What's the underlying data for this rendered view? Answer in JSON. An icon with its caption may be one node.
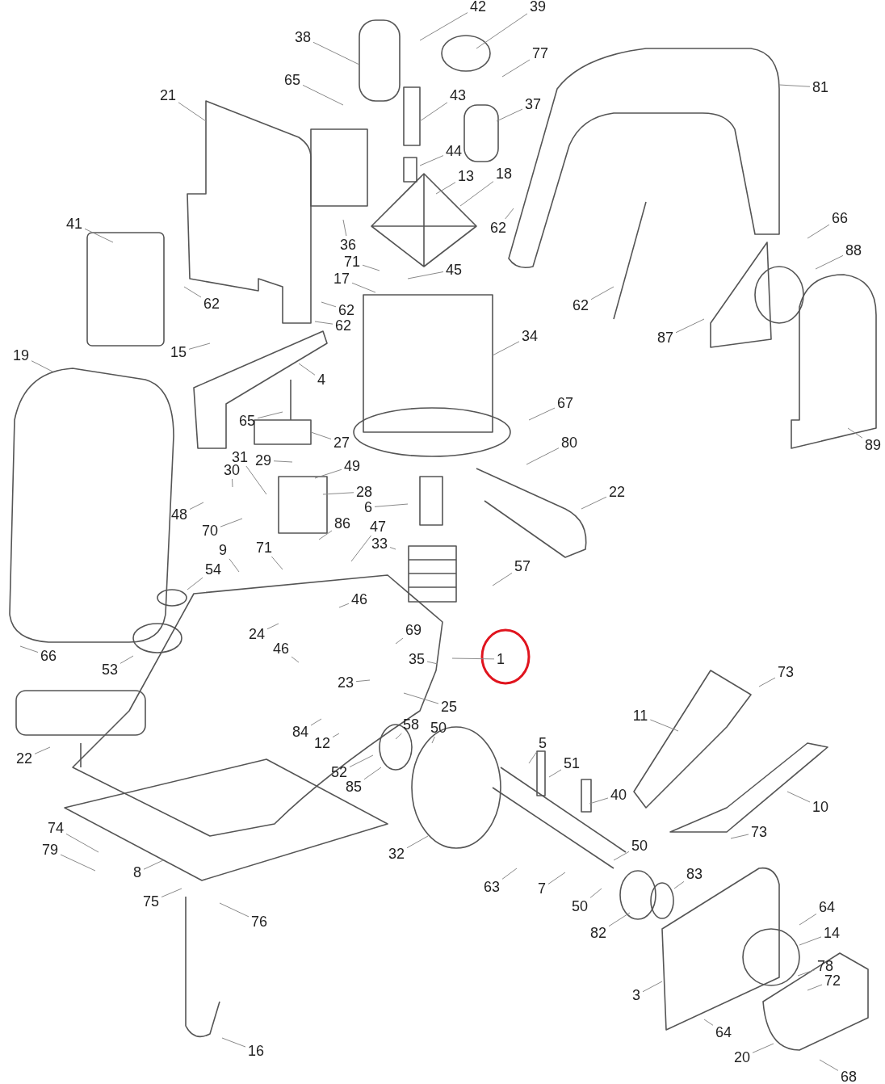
{
  "diagram": {
    "nodes": [
      {
        "text": [
          "42"
        ]
      },
      {
        "text": [
          "39"
        ]
      },
      {
        "text": [
          "38"
        ]
      },
      {
        "text": [
          "77"
        ]
      },
      {
        "text": [
          "65"
        ]
      },
      {
        "text": [
          "21"
        ]
      },
      {
        "text": [
          "81"
        ]
      },
      {
        "text": [
          "43"
        ]
      },
      {
        "text": [
          "37"
        ]
      },
      {
        "text": [
          "44"
        ]
      },
      {
        "text": [
          "18"
        ]
      },
      {
        "text": [
          "13"
        ]
      },
      {
        "text": [
          "66"
        ]
      },
      {
        "text": [
          "41"
        ]
      },
      {
        "text": [
          "62"
        ]
      },
      {
        "text": [
          "36"
        ]
      },
      {
        "text": [
          "88"
        ]
      },
      {
        "text": [
          "71"
        ]
      },
      {
        "text": [
          "45"
        ]
      },
      {
        "text": [
          "17"
        ]
      },
      {
        "text": [
          "62"
        ]
      },
      {
        "text": [
          "62"
        ]
      },
      {
        "text": [
          "62"
        ]
      },
      {
        "text": [
          "62"
        ]
      },
      {
        "text": [
          "34"
        ]
      },
      {
        "text": [
          "87"
        ]
      },
      {
        "text": [
          "15"
        ]
      },
      {
        "text": [
          "19"
        ]
      },
      {
        "text": [
          "4"
        ]
      },
      {
        "text": [
          "67"
        ]
      },
      {
        "text": [
          "65"
        ]
      },
      {
        "text": [
          "27"
        ]
      },
      {
        "text": [
          "80"
        ]
      },
      {
        "text": [
          "89"
        ]
      },
      {
        "text": [
          "31"
        ]
      },
      {
        "text": [
          "29"
        ]
      },
      {
        "text": [
          "49"
        ]
      },
      {
        "text": [
          "30"
        ]
      },
      {
        "text": [
          "22"
        ]
      },
      {
        "text": [
          "28"
        ]
      },
      {
        "text": [
          "6"
        ]
      },
      {
        "text": [
          "48"
        ]
      },
      {
        "text": [
          "86"
        ]
      },
      {
        "text": [
          "47"
        ]
      },
      {
        "text": [
          "70"
        ]
      },
      {
        "text": [
          "33"
        ]
      },
      {
        "text": [
          "71"
        ]
      },
      {
        "text": [
          "9"
        ]
      },
      {
        "text": [
          "57"
        ]
      },
      {
        "text": [
          "54"
        ]
      },
      {
        "text": [
          "46"
        ]
      },
      {
        "text": [
          "69"
        ]
      },
      {
        "text": [
          "24"
        ]
      },
      {
        "text": [
          "46"
        ]
      },
      {
        "text": [
          "66"
        ]
      },
      {
        "text": [
          "35"
        ]
      },
      {
        "text": [
          "1"
        ]
      },
      {
        "text": [
          "53"
        ]
      },
      {
        "text": [
          "73"
        ]
      },
      {
        "text": [
          "23"
        ]
      },
      {
        "text": [
          "25"
        ]
      },
      {
        "text": [
          "11"
        ]
      },
      {
        "text": [
          "58"
        ]
      },
      {
        "text": [
          "50"
        ]
      },
      {
        "text": [
          "84"
        ]
      },
      {
        "text": [
          "5"
        ]
      },
      {
        "text": [
          "12"
        ]
      },
      {
        "text": [
          "22"
        ]
      },
      {
        "text": [
          "51"
        ]
      },
      {
        "text": [
          "52"
        ]
      },
      {
        "text": [
          "85"
        ]
      },
      {
        "text": [
          "40"
        ]
      },
      {
        "text": [
          "10"
        ]
      },
      {
        "text": [
          "74"
        ]
      },
      {
        "text": [
          "73"
        ]
      },
      {
        "text": [
          "79"
        ]
      },
      {
        "text": [
          "50"
        ]
      },
      {
        "text": [
          "32"
        ]
      },
      {
        "text": [
          "8"
        ]
      },
      {
        "text": [
          "83"
        ]
      },
      {
        "text": [
          "63"
        ]
      },
      {
        "text": [
          "7"
        ]
      },
      {
        "text": [
          "75"
        ]
      },
      {
        "text": [
          "50"
        ]
      },
      {
        "text": [
          "64"
        ]
      },
      {
        "text": [
          "76"
        ]
      },
      {
        "text": [
          "14"
        ]
      },
      {
        "text": [
          "82"
        ]
      },
      {
        "text": [
          "78"
        ]
      },
      {
        "text": [
          "72"
        ]
      },
      {
        "text": [
          "3"
        ]
      },
      {
        "text": [
          "64"
        ]
      },
      {
        "text": [
          "16"
        ]
      },
      {
        "text": [
          "20"
        ]
      },
      {
        "text": [
          "68"
        ]
      }
    ],
    "edges": [
      {
        "from": 0,
        "to": null,
        "arrow": "none"
      },
      {
        "from": 1,
        "to": null,
        "arrow": "none"
      },
      {
        "from": 2,
        "to": null,
        "arrow": "none"
      },
      {
        "from": 3,
        "to": null,
        "arrow": "none"
      },
      {
        "from": 4,
        "to": null,
        "arrow": "none"
      },
      {
        "from": 5,
        "to": null,
        "arrow": "none"
      },
      {
        "from": 6,
        "to": null,
        "arrow": "none"
      },
      {
        "from": 7,
        "to": null,
        "arrow": "none"
      },
      {
        "from": 8,
        "to": null,
        "arrow": "none"
      },
      {
        "from": 9,
        "to": null,
        "arrow": "none"
      },
      {
        "from": 10,
        "to": null,
        "arrow": "none"
      },
      {
        "from": 11,
        "to": null,
        "arrow": "none"
      },
      {
        "from": 12,
        "to": null,
        "arrow": "none"
      },
      {
        "from": 13,
        "to": null,
        "arrow": "none"
      },
      {
        "from": 14,
        "to": null,
        "arrow": "none"
      },
      {
        "from": 15,
        "to": null,
        "arrow": "none"
      },
      {
        "from": 16,
        "to": null,
        "arrow": "none"
      },
      {
        "from": 17,
        "to": null,
        "arrow": "none"
      },
      {
        "from": 18,
        "to": null,
        "arrow": "none"
      },
      {
        "from": 19,
        "to": null,
        "arrow": "none"
      },
      {
        "from": 20,
        "to": null,
        "arrow": "none"
      },
      {
        "from": 21,
        "to": null,
        "arrow": "none"
      },
      {
        "from": 22,
        "to": null,
        "arrow": "none"
      },
      {
        "from": 23,
        "to": null,
        "arrow": "none"
      },
      {
        "from": 24,
        "to": null,
        "arrow": "none"
      },
      {
        "from": 25,
        "to": null,
        "arrow": "none"
      },
      {
        "from": 26,
        "to": null,
        "arrow": "none"
      },
      {
        "from": 27,
        "to": null,
        "arrow": "none"
      },
      {
        "from": 28,
        "to": null,
        "arrow": "none"
      },
      {
        "from": 29,
        "to": null,
        "arrow": "none"
      },
      {
        "from": 30,
        "to": null,
        "arrow": "none"
      },
      {
        "from": 31,
        "to": null,
        "arrow": "none"
      },
      {
        "from": 32,
        "to": null,
        "arrow": "none"
      },
      {
        "from": 33,
        "to": null,
        "arrow": "none"
      },
      {
        "from": 34,
        "to": null,
        "arrow": "none"
      },
      {
        "from": 35,
        "to": null,
        "arrow": "none"
      },
      {
        "from": 36,
        "to": null,
        "arrow": "none"
      },
      {
        "from": 37,
        "to": null,
        "arrow": "none"
      },
      {
        "from": 38,
        "to": null,
        "arrow": "none"
      },
      {
        "from": 39,
        "to": null,
        "arrow": "none"
      },
      {
        "from": 40,
        "to": null,
        "arrow": "none"
      },
      {
        "from": 41,
        "to": null,
        "arrow": "none"
      },
      {
        "from": 42,
        "to": null,
        "arrow": "none"
      },
      {
        "from": 43,
        "to": null,
        "arrow": "none"
      },
      {
        "from": 44,
        "to": null,
        "arrow": "none"
      },
      {
        "from": 45,
        "to": null,
        "arrow": "none"
      },
      {
        "from": 46,
        "to": null,
        "arrow": "none"
      },
      {
        "from": 47,
        "to": null,
        "arrow": "none"
      },
      {
        "from": 48,
        "to": null,
        "arrow": "none"
      },
      {
        "from": 49,
        "to": null,
        "arrow": "none"
      },
      {
        "from": 50,
        "to": null,
        "arrow": "none"
      },
      {
        "from": 51,
        "to": null,
        "arrow": "none"
      },
      {
        "from": 52,
        "to": null,
        "arrow": "none"
      },
      {
        "from": 53,
        "to": null,
        "arrow": "none"
      },
      {
        "from": 54,
        "to": null,
        "arrow": "none"
      },
      {
        "from": 55,
        "to": null,
        "arrow": "none"
      },
      {
        "from": 56,
        "to": null,
        "arrow": "none"
      },
      {
        "from": 57,
        "to": null,
        "arrow": "none"
      },
      {
        "from": 58,
        "to": null,
        "arrow": "none"
      },
      {
        "from": 59,
        "to": null,
        "arrow": "none"
      },
      {
        "from": 60,
        "to": null,
        "arrow": "none"
      },
      {
        "from": 61,
        "to": null,
        "arrow": "none"
      },
      {
        "from": 62,
        "to": null,
        "arrow": "none"
      },
      {
        "from": 63,
        "to": null,
        "arrow": "none"
      },
      {
        "from": 64,
        "to": null,
        "arrow": "none"
      },
      {
        "from": 65,
        "to": null,
        "arrow": "none"
      },
      {
        "from": 66,
        "to": null,
        "arrow": "none"
      },
      {
        "from": 67,
        "to": null,
        "arrow": "none"
      },
      {
        "from": 68,
        "to": null,
        "arrow": "none"
      },
      {
        "from": 69,
        "to": null,
        "arrow": "none"
      },
      {
        "from": 70,
        "to": null,
        "arrow": "none"
      },
      {
        "from": 71,
        "to": null,
        "arrow": "none"
      },
      {
        "from": 72,
        "to": null,
        "arrow": "none"
      },
      {
        "from": 73,
        "to": null,
        "arrow": "none"
      },
      {
        "from": 74,
        "to": null,
        "arrow": "none"
      },
      {
        "from": 75,
        "to": null,
        "arrow": "none"
      },
      {
        "from": 76,
        "to": null,
        "arrow": "none"
      },
      {
        "from": 77,
        "to": null,
        "arrow": "none"
      },
      {
        "from": 78,
        "to": null,
        "arrow": "none"
      },
      {
        "from": 79,
        "to": null,
        "arrow": "none"
      },
      {
        "from": 80,
        "to": null,
        "arrow": "none"
      },
      {
        "from": 81,
        "to": null,
        "arrow": "none"
      },
      {
        "from": 82,
        "to": null,
        "arrow": "none"
      },
      {
        "from": 83,
        "to": null,
        "arrow": "none"
      },
      {
        "from": 84,
        "to": null,
        "arrow": "none"
      },
      {
        "from": 85,
        "to": null,
        "arrow": "none"
      },
      {
        "from": 86,
        "to": null,
        "arrow": "none"
      },
      {
        "from": 87,
        "to": null,
        "arrow": "none"
      },
      {
        "from": 88,
        "to": null,
        "arrow": "none"
      },
      {
        "from": 89,
        "to": null,
        "arrow": "none"
      },
      {
        "from": 90,
        "to": null,
        "arrow": "none"
      },
      {
        "from": 91,
        "to": null,
        "arrow": "none"
      },
      {
        "from": 92,
        "to": null,
        "arrow": "none"
      },
      {
        "from": 93,
        "to": null,
        "arrow": "none"
      },
      {
        "from": 94,
        "to": null,
        "arrow": "none"
      }
    ]
  }
}
